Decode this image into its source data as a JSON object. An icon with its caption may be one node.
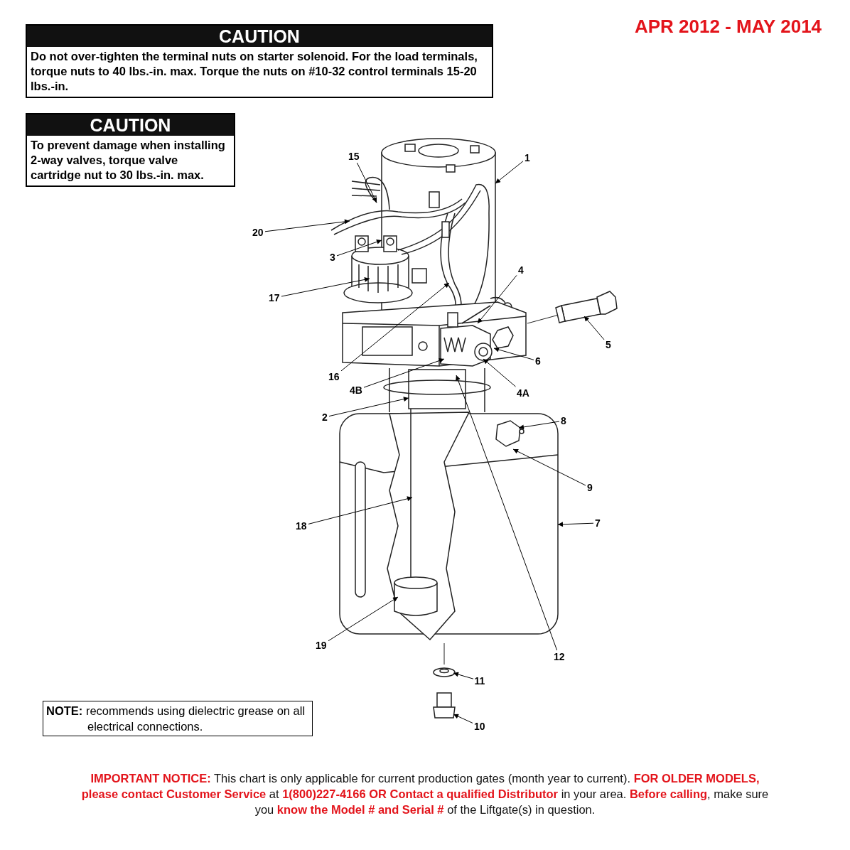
{
  "diagram": {
    "nodes": [
      {
        "text": [
          "CAUTION",
          "Do not over-tighten the terminal nuts on starter solenoid. For the load terminals, torque nuts to 40 lbs.-in. max. Torque the nuts on #10-32 control terminals 15-20 lbs.-in."
        ]
      },
      {
        "text": [
          "CAUTION",
          "To prevent damage when installing 2-way valves, torque valve cartridge nut to 30 lbs.-in. max."
        ]
      },
      {
        "text": [
          "15"
        ]
      },
      {
        "text": [
          "1"
        ]
      },
      {
        "text": [
          "20"
        ]
      },
      {
        "text": [
          "3"
        ]
      },
      {
        "text": [
          "17"
        ]
      },
      {
        "text": [
          "4"
        ]
      },
      {
        "text": [
          "5"
        ]
      },
      {
        "text": [
          "16"
        ]
      },
      {
        "text": [
          "6"
        ]
      },
      {
        "text": [
          "4B"
        ]
      },
      {
        "text": [
          "4A"
        ]
      },
      {
        "text": [
          "2"
        ]
      },
      {
        "text": [
          "8"
        ]
      },
      {
        "text": [
          "9"
        ]
      },
      {
        "text": [
          "18"
        ]
      },
      {
        "text": [
          "7"
        ]
      },
      {
        "text": [
          "19"
        ]
      },
      {
        "text": [
          "12"
        ]
      },
      {
        "text": [
          "11"
        ]
      },
      {
        "text": [
          "**NOTE:** recommends using dielectric grease on all electrical connections."
        ]
      },
      {
        "text": [
          "10"
        ]
      }
    ],
    "edges": [
      {
        "from": 2,
        "to": null,
        "arrow": "to"
      },
      {
        "from": 3,
        "to": null,
        "arrow": "to"
      },
      {
        "from": 4,
        "to": null,
        "arrow": "to"
      },
      {
        "from": 5,
        "to": null,
        "arrow": "to"
      },
      {
        "from": 6,
        "to": null,
        "arrow": "to"
      },
      {
        "from": 7,
        "to": null,
        "arrow": "to"
      },
      {
        "from": 8,
        "to": null,
        "arrow": "to"
      },
      {
        "from": 9,
        "to": null,
        "arrow": "to"
      },
      {
        "from": 10,
        "to": null,
        "arrow": "to"
      },
      {
        "from": 11,
        "to": null,
        "arrow": "to"
      },
      {
        "from": 12,
        "to": null,
        "arrow": "to"
      },
      {
        "from": 13,
        "to": null,
        "arrow": "to"
      },
      {
        "from": 14,
        "to": null,
        "arrow": "to"
      },
      {
        "from": 15,
        "to": null,
        "arrow": "to"
      },
      {
        "from": 16,
        "to": null,
        "arrow": "to"
      },
      {
        "from": 17,
        "to": null,
        "arrow": "to"
      },
      {
        "from": 18,
        "to": null,
        "arrow": "to"
      },
      {
        "from": 19,
        "to": null,
        "arrow": "to"
      },
      {
        "from": 20,
        "to": null,
        "arrow": "to"
      },
      {
        "from": 22,
        "to": null,
        "arrow": "to"
      }
    ],
    "labels": [
      "APR 2012 - MAY 2014",
      "**IMPORTANT NOTICE:** This chart is only applicable for current production gates (month year to current). **FOR OLDER MODELS, please contact Customer Service** at **1(800)227-4166 OR Contact a qualified Distributor** in your area. **Before calling**, make sure you **know the Model # and Serial #** of the Liftgate(s) in question."
    ]
  }
}
